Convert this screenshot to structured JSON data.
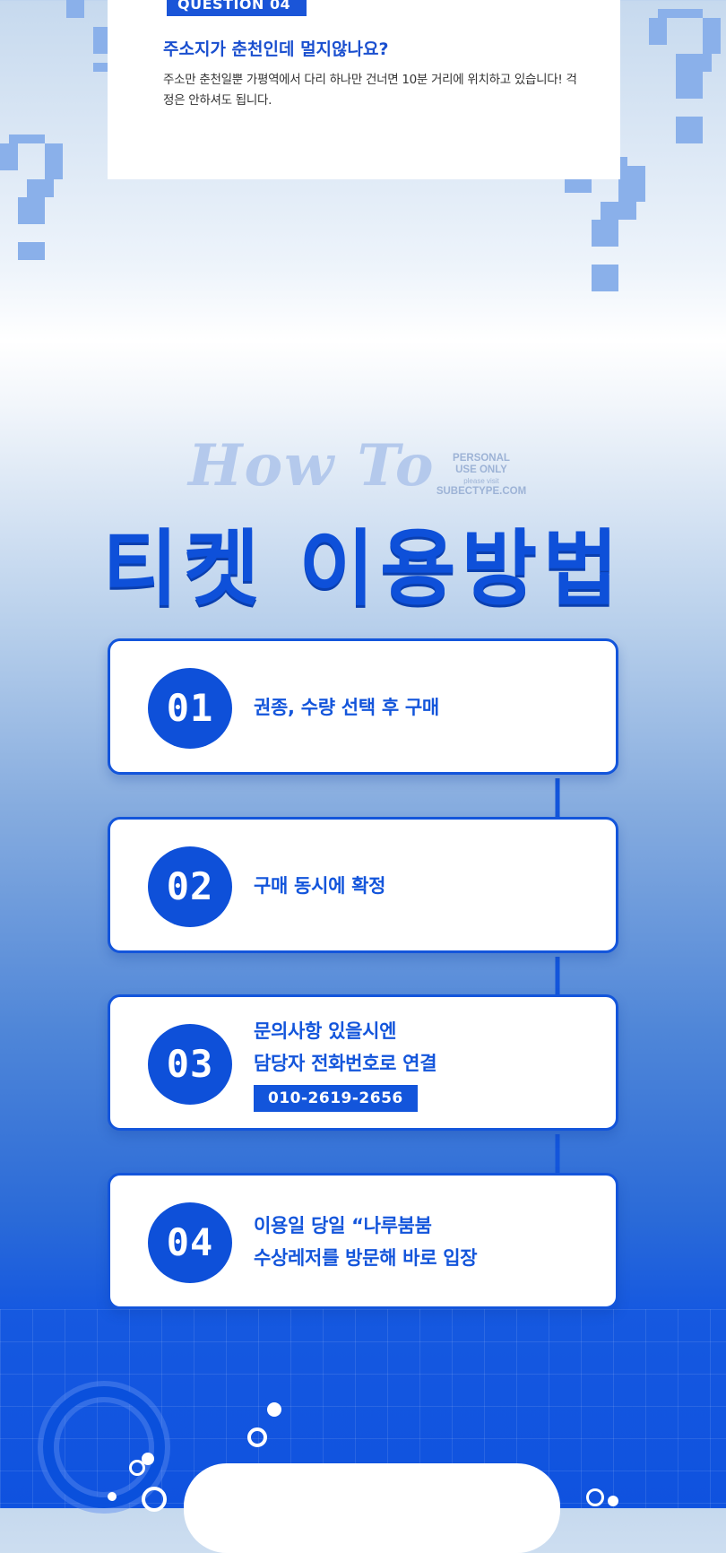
{
  "faq": {
    "tag": "QUESTION 04",
    "question": "주소지가 춘천인데 멀지않나요?",
    "answer": "주소만 춘천일뿐 가평역에서 다리 하나만 건너면 10분 거리에 위치하고 있습니다! 걱정은 안하셔도 됩니다."
  },
  "howto": {
    "script_title": "How To",
    "title": "티켓 이용방법"
  },
  "watermark": {
    "line1": "PERSONAL",
    "line2": "USE ONLY",
    "line3": "please visit",
    "line4": "SUBECTYPE.COM"
  },
  "steps": [
    {
      "num": "01",
      "line1": "권종, 수량 선택 후 구매",
      "line2": ""
    },
    {
      "num": "02",
      "line1": "구매 동시에 확정",
      "line2": ""
    },
    {
      "num": "03",
      "line1": "문의사항 있을시엔",
      "line2": "담당자 전화번호로 연결",
      "phone": "010-2619-2656"
    },
    {
      "num": "04",
      "line1": "이용일 당일 “나루붐붐",
      "line2": "수상레저를 방문해 바로 입장"
    }
  ],
  "icons": {
    "question": "question-mark-icon",
    "arrow": "arrow-down-icon"
  },
  "colors": {
    "brand": "#1355db",
    "title": "#0e50d9",
    "pixel_qmark": "#8ab0ea"
  }
}
